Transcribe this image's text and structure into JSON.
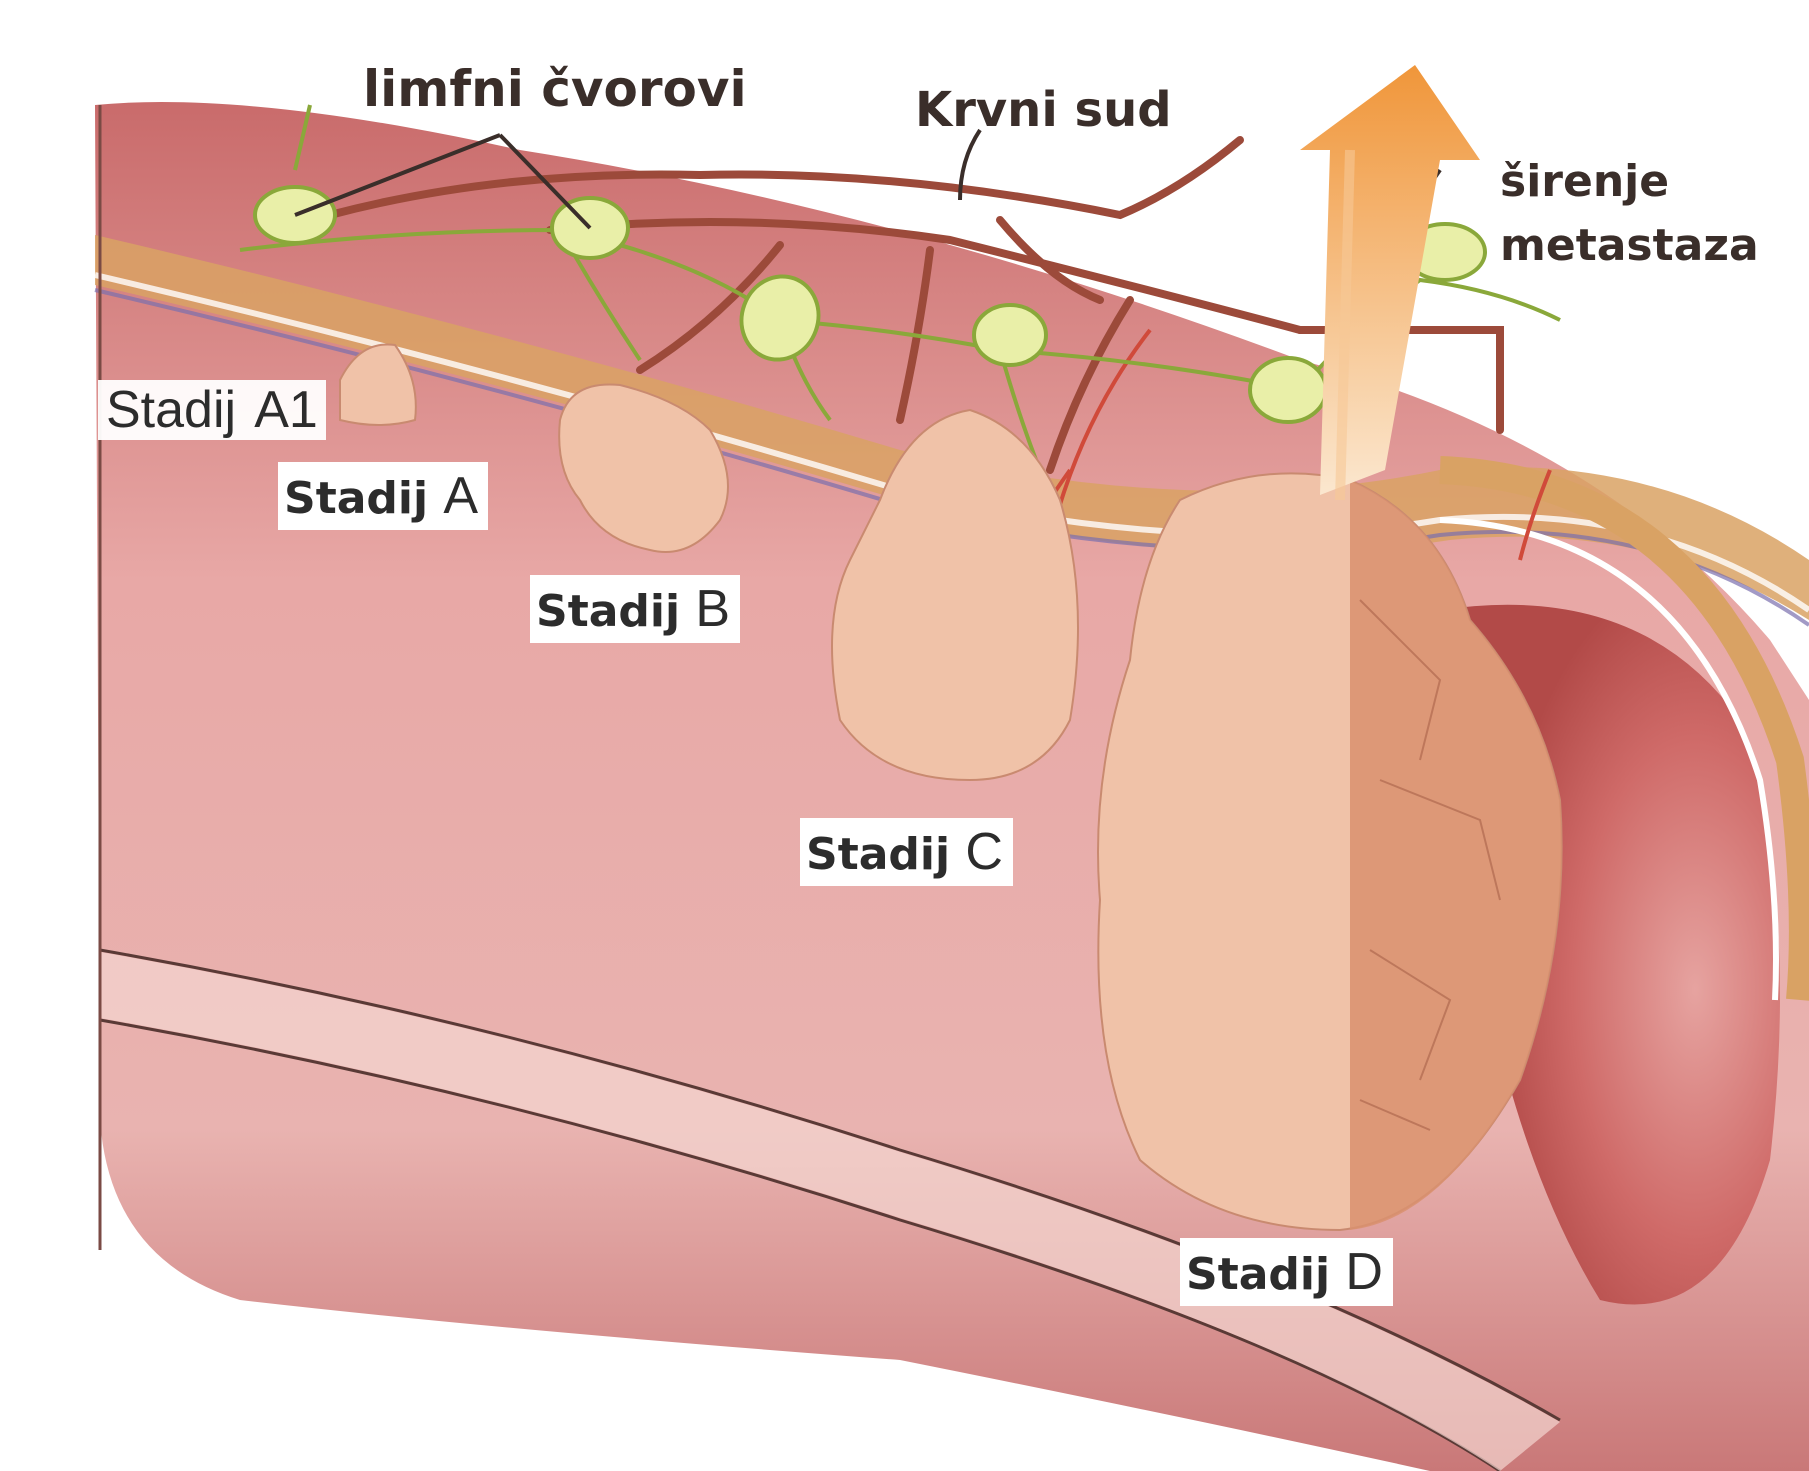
{
  "labels": {
    "lymph_nodes": "limfni čvorovi",
    "blood_vessel": "Krvni sud",
    "metastasis_line1": "širenje",
    "metastasis_line2": "metastaza"
  },
  "stages": {
    "a1": {
      "word": "Stadij",
      "letter": "A1"
    },
    "a": {
      "word": "Stadij",
      "letter": "A"
    },
    "b": {
      "word": "Stadij",
      "letter": "B"
    },
    "c": {
      "word": "Stadij",
      "letter": "C"
    },
    "d": {
      "word": "Stadij",
      "letter": "D"
    }
  },
  "colors": {
    "tissue": "#d98a8a",
    "lumen": "#c95a5a",
    "tumor": "#f0c2a8",
    "tumor_dark": "#d9906f",
    "muscle_layer": "#d9a264",
    "vessel": "#9c4a3a",
    "lymph": "#e9efa8",
    "lymph_stroke": "#8aa83a",
    "arrow": "#f2a24a"
  }
}
